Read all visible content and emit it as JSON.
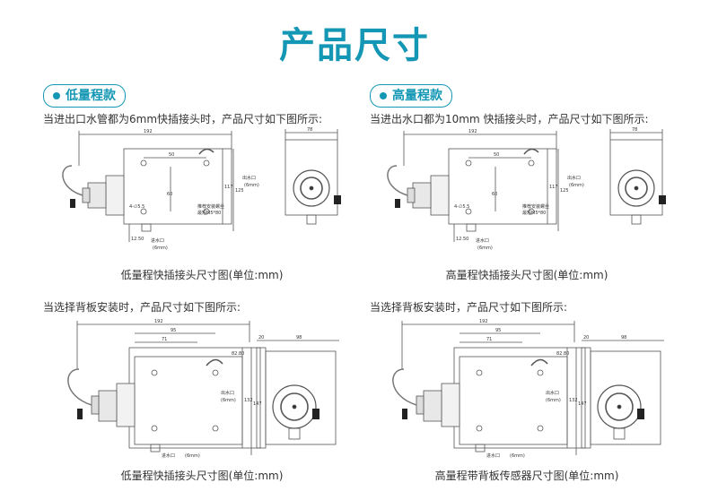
{
  "page_title": "产品尺寸",
  "sections": [
    {
      "badge": "低量程款",
      "desc": "当进出口水管都为6mm快插接头时，产品尺寸如下图所示:",
      "caption": "低量程快插接头尺寸图(单位:mm)"
    },
    {
      "badge": "高量程款",
      "desc": "当进出水口都为10mm 快插接头时，产品尺寸如下图所示:",
      "caption": "高量程快插接头尺寸图(单位:mm)"
    },
    {
      "badge": "",
      "desc": "当选择背板安装时，产品尺寸如下图所示:",
      "caption": "低量程快插接头尺寸图(单位:mm)"
    },
    {
      "badge": "",
      "desc": "当选择背板安装时，产品尺寸如下图所示:",
      "caption": "高量程带背板传感器尺寸图(单位:mm)"
    }
  ],
  "drawing_top": {
    "dims": {
      "width": "192",
      "side_width": "78",
      "hole_spacing": "50",
      "height_a": "117",
      "height_b": "125",
      "height_c": "60",
      "offset": "12.50"
    },
    "labels": {
      "outlet": "出水口",
      "outlet_size": "(6mm)",
      "inlet": "进水口",
      "inlet_size": "(6mm)",
      "mount_note": "推荐安装螺丝",
      "screw_spec": "最短M5*80",
      "hole_spec": "4-∅5.5"
    }
  },
  "drawing_top_b": {
    "labels": {
      "outlet_size": "(6mm)",
      "inlet_size": "(6mm)"
    }
  },
  "drawing_bottom": {
    "dims": {
      "width": "192",
      "d1": "95",
      "d2": "71",
      "side_a": "20",
      "side_b": "98",
      "height_a": "132",
      "height_b": "147",
      "angle": "82.80"
    },
    "labels": {
      "outlet": "出水口",
      "outlet_size": "(6mm)",
      "inlet": "进水口",
      "inlet_size": "(6mm)"
    }
  },
  "colors": {
    "accent": "#1497b4",
    "line": "#555555"
  }
}
